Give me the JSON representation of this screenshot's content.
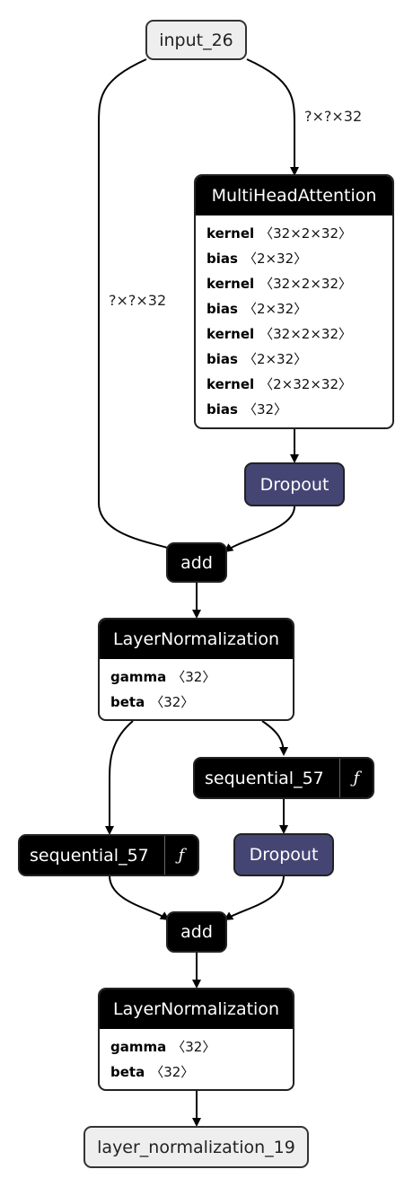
{
  "graph": {
    "input_node": "input_26",
    "output_node": "layer_normalization_19",
    "edge_label_left": "?×?×32",
    "edge_label_right": "?×?×32",
    "mha": {
      "title": "MultiHeadAttention",
      "attrs": [
        {
          "name": "kernel",
          "shape": "〈32×2×32〉"
        },
        {
          "name": "bias",
          "shape": "〈2×32〉"
        },
        {
          "name": "kernel",
          "shape": "〈32×2×32〉"
        },
        {
          "name": "bias",
          "shape": "〈2×32〉"
        },
        {
          "name": "kernel",
          "shape": "〈32×2×32〉"
        },
        {
          "name": "bias",
          "shape": "〈2×32〉"
        },
        {
          "name": "kernel",
          "shape": "〈2×32×32〉"
        },
        {
          "name": "bias",
          "shape": "〈32〉"
        }
      ]
    },
    "dropout1": "Dropout",
    "add1": "add",
    "layernorm1": {
      "title": "LayerNormalization",
      "attrs": [
        {
          "name": "gamma",
          "shape": "〈32〉"
        },
        {
          "name": "beta",
          "shape": "〈32〉"
        }
      ]
    },
    "sequential_right": {
      "label": "sequential_57",
      "icon": "ƒ"
    },
    "sequential_left": {
      "label": "sequential_57",
      "icon": "ƒ"
    },
    "dropout2": "Dropout",
    "add2": "add",
    "layernorm2": {
      "title": "LayerNormalization",
      "attrs": [
        {
          "name": "gamma",
          "shape": "〈32〉"
        },
        {
          "name": "beta",
          "shape": "〈32〉"
        }
      ]
    }
  }
}
